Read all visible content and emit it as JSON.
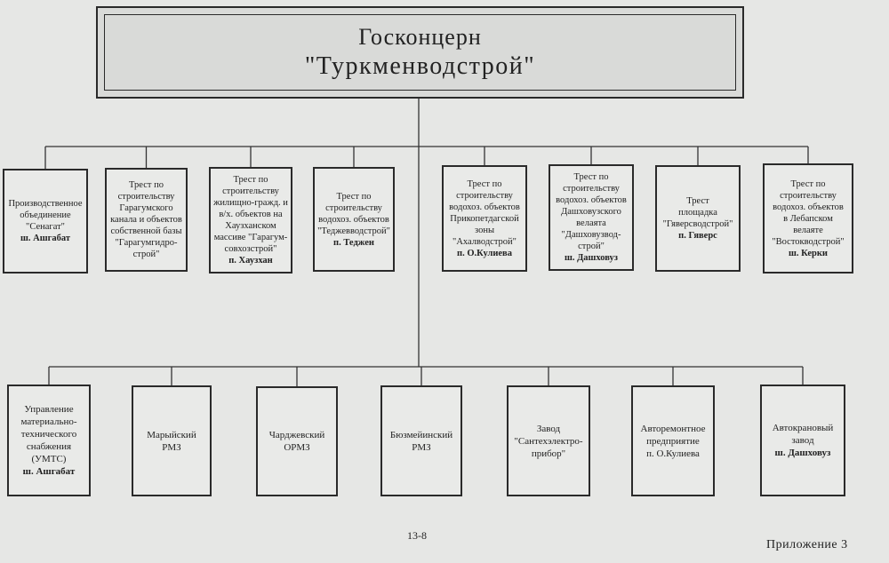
{
  "header": {
    "line1": "Госконцерн",
    "line2": "\"Туркменводстрой\""
  },
  "top_row": [
    {
      "lines": [
        "Производственное",
        "объединение",
        "\"Сенагат\"",
        "ш. Ашгабат"
      ],
      "bold": [
        3
      ]
    },
    {
      "lines": [
        "Трест по",
        "строительству",
        "Гарагумского",
        "канала и объектов",
        "собственной базы",
        "\"Гарагумгидро-",
        "строй\""
      ],
      "bold": []
    },
    {
      "lines": [
        "Трест по",
        "строительству",
        "жилищно-гражд. и",
        "в/х. объектов на",
        "Хаузханском",
        "массиве \"Гарагум-",
        "совхозстрой\"",
        "п. Хаузхан"
      ],
      "bold": [
        7
      ]
    },
    {
      "lines": [
        "Трест по",
        "строительству",
        "водохоз. объектов",
        "\"Теджевводстрой\"",
        "п. Теджен"
      ],
      "bold": [
        4
      ]
    },
    {
      "lines": [
        "Трест по",
        "строительству",
        "водохоз. объектов",
        "Прикопетдагской",
        "зоны",
        "\"Ахалводстрой\"",
        "п. О.Кулиева"
      ],
      "bold": [
        6
      ]
    },
    {
      "lines": [
        "Трест по",
        "строительству",
        "водохоз. объектов",
        "Дашховузского",
        "велаята",
        "\"Дашховузвод-",
        "строй\"",
        "ш. Дашховуз"
      ],
      "bold": [
        7
      ]
    },
    {
      "lines": [
        "Трест",
        "площадка",
        "\"Гяверсводстрой\"",
        "п. Гяверс"
      ],
      "bold": [
        3
      ]
    },
    {
      "lines": [
        "Трест по",
        "строительству",
        "водохоз. объектов",
        "в Лебапском",
        "велаяте",
        "\"Востокводстрой\"",
        "ш. Керки"
      ],
      "bold": [
        6
      ]
    }
  ],
  "bottom_row": [
    {
      "lines": [
        "Управление",
        "материально-",
        "технического",
        "снабжения",
        "(УМТС)",
        "ш. Ашгабат"
      ],
      "bold": [
        5
      ]
    },
    {
      "lines": [
        "Марыйский",
        "РМЗ"
      ],
      "bold": []
    },
    {
      "lines": [
        "Чарджевский",
        "ОРМЗ"
      ],
      "bold": []
    },
    {
      "lines": [
        "Бюзмейинский",
        "РМЗ"
      ],
      "bold": []
    },
    {
      "lines": [
        "Завод",
        "\"Сантехэлектро-",
        "прибор\""
      ],
      "bold": []
    },
    {
      "lines": [
        "Авторемонтное",
        "предприятие",
        "п. О.Кулиева"
      ],
      "bold": []
    },
    {
      "lines": [
        "Автокрановый",
        "завод",
        "ш. Дашховуз"
      ],
      "bold": [
        2
      ]
    }
  ],
  "footer": {
    "page_number": "13-8",
    "appendix": "Приложение 3"
  }
}
